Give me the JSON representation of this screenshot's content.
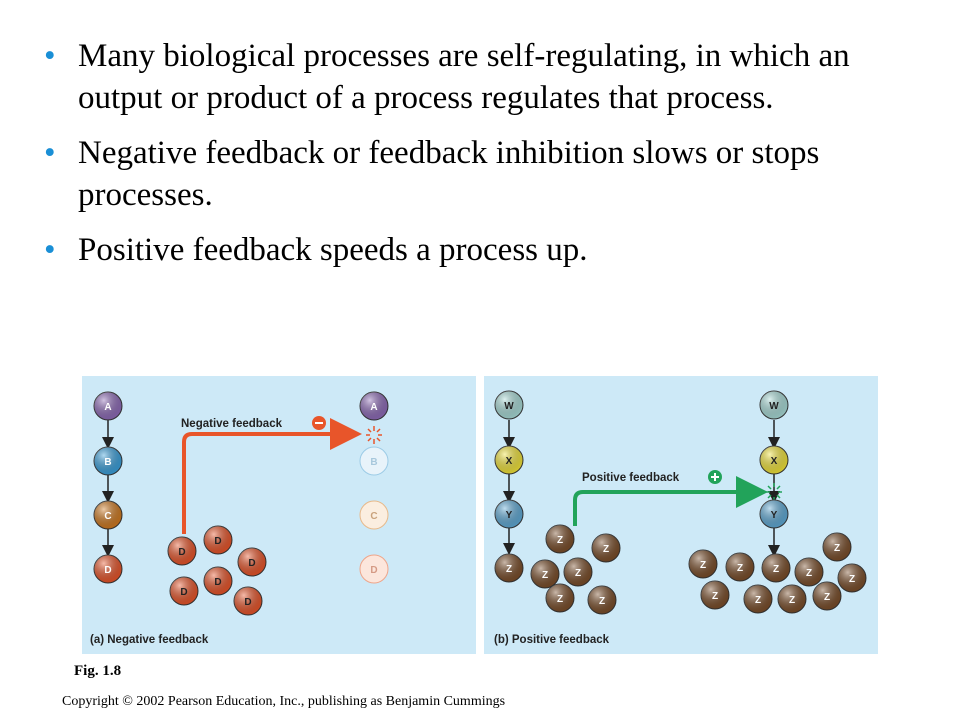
{
  "bullets": [
    "Many biological processes are self-regulating, in which an output or product of a process regulates that process.",
    "Negative feedback or feedback inhibition slows or stops processes.",
    "Positive feedback speeds a process up."
  ],
  "bullet_symbol": "•",
  "panel_a": {
    "caption": "(a) Negative feedback",
    "arrow_label": "Negative feedback",
    "sign": "−",
    "chain_left": [
      "A",
      "B",
      "C",
      "D"
    ],
    "chain_right": [
      "A",
      "B",
      "C",
      "D"
    ],
    "product": "D"
  },
  "panel_b": {
    "caption": "(b) Positive feedback",
    "arrow_label": "Positive feedback",
    "sign": "+",
    "chain_left": [
      "W",
      "X",
      "Y",
      "Z"
    ],
    "chain_right": [
      "W",
      "X",
      "Y"
    ],
    "product": "Z"
  },
  "fig_label": "Fig. 1.8",
  "copyright": "Copyright © 2002 Pearson Education, Inc., publishing as Benjamin Cummings",
  "colors": {
    "panel_bg": "#cde9f7",
    "bullet": "#1a8fd6",
    "A": "#8e6bb8",
    "B": "#3aa0dc",
    "C": "#d07a20",
    "D": "#e8552a",
    "W": "#a9dcd8",
    "X": "#f2e43a",
    "Y": "#5faad6",
    "Z": "#7a4e2a",
    "negative": "#e8552a",
    "positive": "#22a35a"
  }
}
